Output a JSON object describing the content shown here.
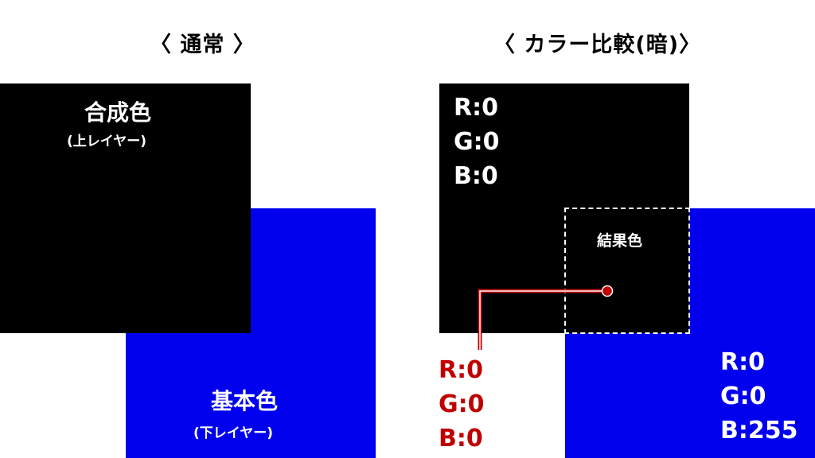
{
  "headings": {
    "left": "〈 通常 〉",
    "right": "〈 カラー比較(暗)〉"
  },
  "left_panel": {
    "top_layer": {
      "title": "合成色",
      "sub": "(上レイヤー)",
      "color": "#000000"
    },
    "base_layer": {
      "title": "基本色",
      "sub": "(下レイヤー)",
      "color": "#0000ee"
    }
  },
  "right_panel": {
    "top_rgb": [
      "R:0",
      "G:0",
      "B:0"
    ],
    "result_label": "結果色",
    "result_rgb": [
      "R:0",
      "G:0",
      "B:0"
    ],
    "base_rgb": [
      "R:0",
      "G:0",
      "B:255"
    ],
    "colors": {
      "top": "#000000",
      "base": "#0000ee",
      "callout": "#c00000"
    }
  }
}
